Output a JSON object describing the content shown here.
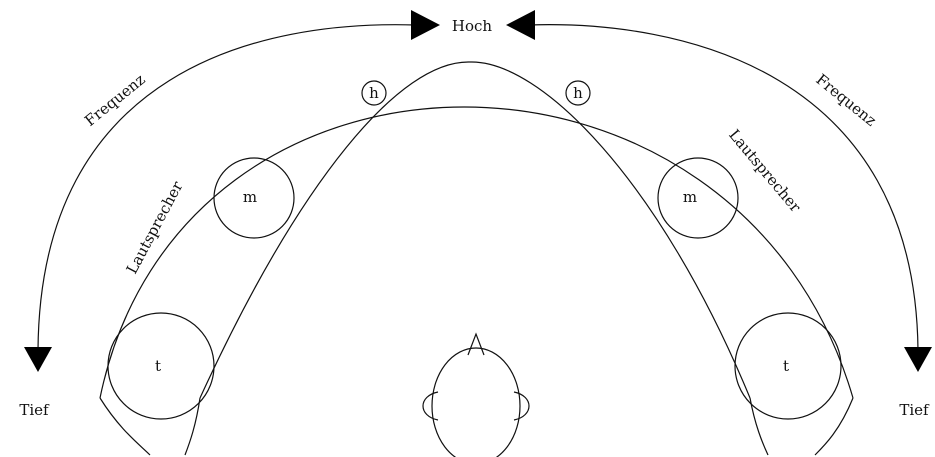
{
  "labels": {
    "top": "Hoch",
    "bottom_left": "Tief",
    "bottom_right": "Tief",
    "frequency_left": "Frequenz",
    "frequency_right": "Frequenz",
    "speaker_left": "Lautsprecher",
    "speaker_right": "Lautsprecher"
  },
  "drivers": {
    "left_high": "h",
    "left_mid": "m",
    "left_low": "t",
    "right_high": "h",
    "right_mid": "m",
    "right_low": "t"
  },
  "colors": {
    "line": "#111111",
    "arrow": "#000000",
    "background": "#ffffff"
  }
}
